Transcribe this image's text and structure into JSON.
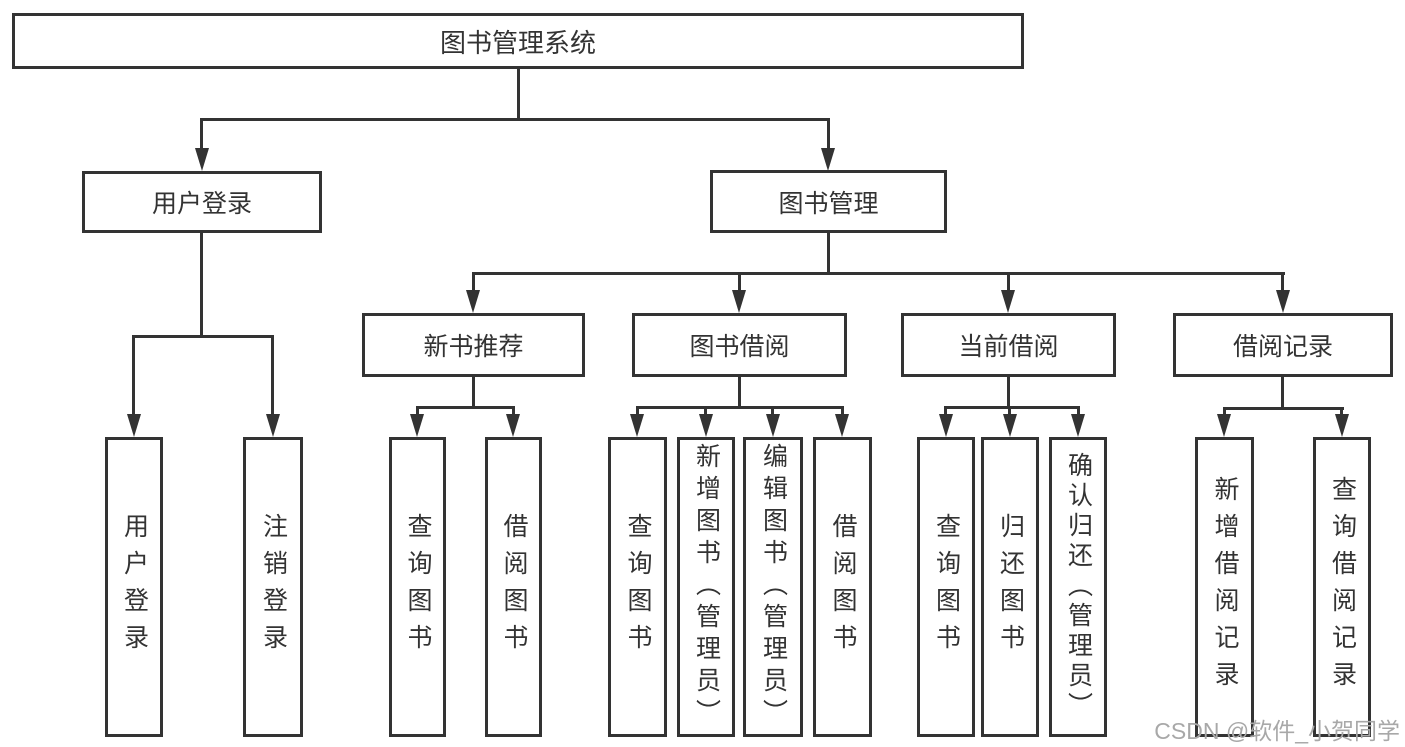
{
  "watermark": "CSDN @软件_小贺同学",
  "colors": {
    "line": "#333333",
    "text": "#333333",
    "watermark": "#a8a8a8",
    "background": "#ffffff"
  },
  "tree": {
    "label": "图书管理系统",
    "children": [
      {
        "label": "用户登录",
        "children": [
          {
            "label": "用户登录"
          },
          {
            "label": "注销登录"
          }
        ]
      },
      {
        "label": "图书管理",
        "children": [
          {
            "label": "新书推荐",
            "children": [
              {
                "label": "查询图书"
              },
              {
                "label": "借阅图书"
              }
            ]
          },
          {
            "label": "图书借阅",
            "children": [
              {
                "label": "查询图书"
              },
              {
                "label": "新增图书（管理员）"
              },
              {
                "label": "编辑图书（管理员）"
              },
              {
                "label": "借阅图书"
              }
            ]
          },
          {
            "label": "当前借阅",
            "children": [
              {
                "label": "查询图书"
              },
              {
                "label": "归还图书"
              },
              {
                "label": "确认归还（管理员）"
              }
            ]
          },
          {
            "label": "借阅记录",
            "children": [
              {
                "label": "新增借阅记录"
              },
              {
                "label": "查询借阅记录"
              }
            ]
          }
        ]
      }
    ]
  }
}
